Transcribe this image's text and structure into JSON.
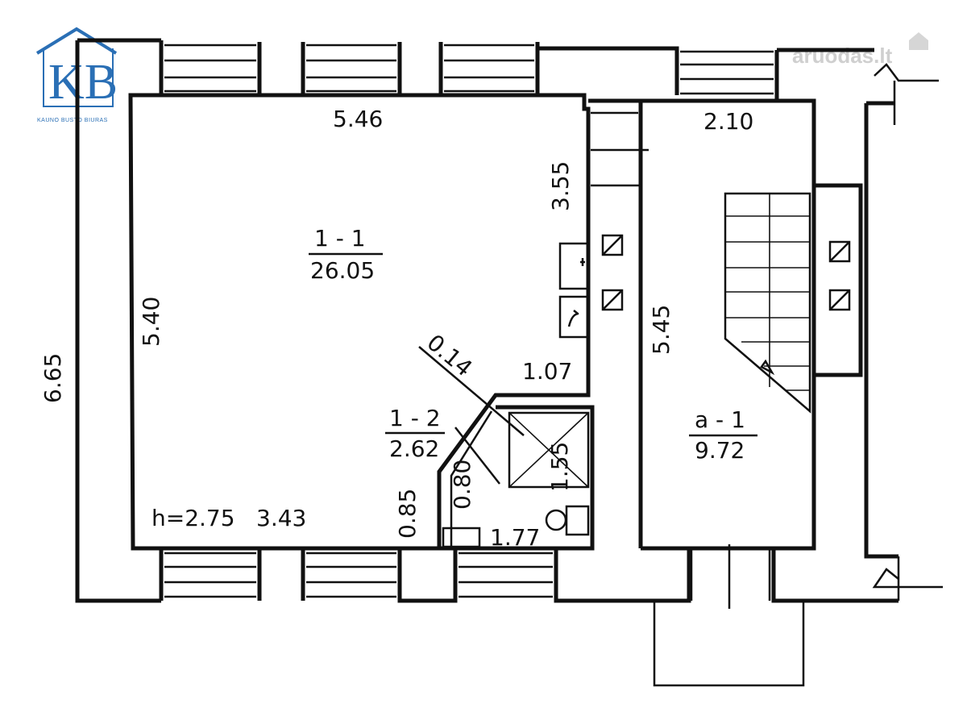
{
  "logo": {
    "letters": "KB",
    "tagline": "KAUNO BUSTO BIURAS"
  },
  "watermark": {
    "text": "aruodas.lt"
  },
  "dimensions": {
    "room1_top": "5.46",
    "room1_right_upper": "3.55",
    "room1_left": "5.40",
    "outer_left": "6.65",
    "room1_bottom": "3.43",
    "height": "h=2.75",
    "wall_diag": "0.14",
    "alcove_top": "1.07",
    "alcove_side": "0.85",
    "bath_width": "0.80",
    "bath_bottom": "1.77",
    "shower": "1.55",
    "stair_room_top": "2.10",
    "stair_room_side": "5.45"
  },
  "rooms": [
    {
      "id": "1 - 1",
      "area": "26.05"
    },
    {
      "id": "1 - 2",
      "area": "2.62"
    },
    {
      "id": "a - 1",
      "area": "9.72"
    }
  ],
  "colors": {
    "line": "#111111",
    "logo": "#2a6fb5",
    "watermark": "#cfcfcf"
  }
}
